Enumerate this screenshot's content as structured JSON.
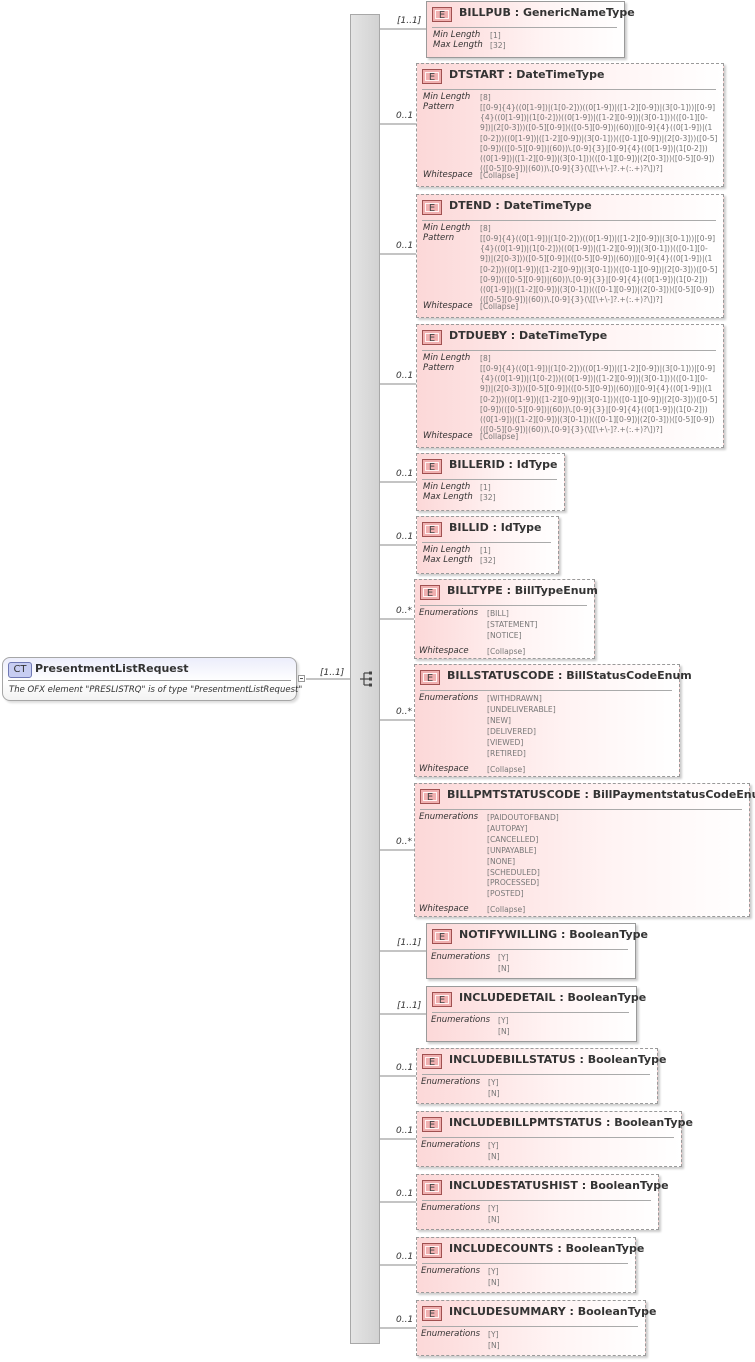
{
  "root": {
    "badge": "CT",
    "name": "PresentmentListRequest",
    "description": "The OFX element \"PRESLISTRQ\" is of type \"PresentmentListRequest\"",
    "multiplicity": "[1..1]"
  },
  "labels": {
    "min_length": "Min Length",
    "max_length": "Max Length",
    "pattern": "Pattern",
    "whitespace": "Whitespace",
    "enumerations": "Enumerations",
    "element_badge": "E"
  },
  "elements": [
    {
      "name": "BILLPUB",
      "type": "GenericNameType",
      "required": true,
      "multiplicity": "[1..1]",
      "min": "[1]",
      "max": "[32]"
    },
    {
      "name": "DTSTART",
      "type": "DateTimeType",
      "required": false,
      "multiplicity": "0..1",
      "min": "[8]",
      "pattern": "[[0-9]{4}((0[1-9])|(1[0-2]))((0[1-9])|([1-2][0-9])|(3[0-1]))|[0-9]{4}((0[1-9])|(1[0-2]))((0[1-9])|([1-2][0-9])|(3[0-1]))(([0-1][0-9])|(2[0-3]))([0-5][0-9])(([0-5][0-9])|(60))|[0-9]{4}((0[1-9])|(1[0-2]))((0[1-9])|([1-2][0-9])|(3[0-1]))(([0-1][0-9])|(2[0-3]))([0-5][0-9])(([0-5][0-9])|(60))\\.[0-9]{3}|[0-9]{4}((0[1-9])|(1[0-2]))((0[1-9])|([1-2][0-9])|(3[0-1]))(([0-1][0-9])|(2[0-3]))([0-5][0-9])(([0-5][0-9])|(60))\\.[0-9]{3}(\\[[\\+\\-]?.+(:.+)?\\])?]",
      "whitespace": "[Collapse]"
    },
    {
      "name": "DTEND",
      "type": "DateTimeType",
      "required": false,
      "multiplicity": "0..1",
      "min": "[8]",
      "pattern": "[[0-9]{4}((0[1-9])|(1[0-2]))((0[1-9])|([1-2][0-9])|(3[0-1]))|[0-9]{4}((0[1-9])|(1[0-2]))((0[1-9])|([1-2][0-9])|(3[0-1]))(([0-1][0-9])|(2[0-3]))([0-5][0-9])(([0-5][0-9])|(60))|[0-9]{4}((0[1-9])|(1[0-2]))((0[1-9])|([1-2][0-9])|(3[0-1]))(([0-1][0-9])|(2[0-3]))([0-5][0-9])(([0-5][0-9])|(60))\\.[0-9]{3}|[0-9]{4}((0[1-9])|(1[0-2]))((0[1-9])|([1-2][0-9])|(3[0-1]))(([0-1][0-9])|(2[0-3]))([0-5][0-9])(([0-5][0-9])|(60))\\.[0-9]{3}(\\[[\\+\\-]?.+(:.+)?\\])?]",
      "whitespace": "[Collapse]"
    },
    {
      "name": "DTDUEBY",
      "type": "DateTimeType",
      "required": false,
      "multiplicity": "0..1",
      "min": "[8]",
      "pattern": "[[0-9]{4}((0[1-9])|(1[0-2]))((0[1-9])|([1-2][0-9])|(3[0-1]))|[0-9]{4}((0[1-9])|(1[0-2]))((0[1-9])|([1-2][0-9])|(3[0-1]))(([0-1][0-9])|(2[0-3]))([0-5][0-9])(([0-5][0-9])|(60))|[0-9]{4}((0[1-9])|(1[0-2]))((0[1-9])|([1-2][0-9])|(3[0-1]))(([0-1][0-9])|(2[0-3]))([0-5][0-9])(([0-5][0-9])|(60))\\.[0-9]{3}|[0-9]{4}((0[1-9])|(1[0-2]))((0[1-9])|([1-2][0-9])|(3[0-1]))(([0-1][0-9])|(2[0-3]))([0-5][0-9])(([0-5][0-9])|(60))\\.[0-9]{3}(\\[[\\+\\-]?.+(:.+)?\\])?]",
      "whitespace": "[Collapse]"
    },
    {
      "name": "BILLERID",
      "type": "IdType",
      "required": false,
      "multiplicity": "0..1",
      "min": "[1]",
      "max": "[32]"
    },
    {
      "name": "BILLID",
      "type": "IdType",
      "required": false,
      "multiplicity": "0..1",
      "min": "[1]",
      "max": "[32]"
    },
    {
      "name": "BILLTYPE",
      "type": "BillTypeEnum",
      "required": false,
      "multiplicity": "0..*",
      "enums": [
        "[BILL]",
        "[STATEMENT]",
        "[NOTICE]"
      ],
      "whitespace": "[Collapse]"
    },
    {
      "name": "BILLSTATUSCODE",
      "type": "BillStatusCodeEnum",
      "required": false,
      "multiplicity": "0..*",
      "enums": [
        "[WITHDRAWN]",
        "[UNDELIVERABLE]",
        "[NEW]",
        "[DELIVERED]",
        "[VIEWED]",
        "[RETIRED]"
      ],
      "whitespace": "[Collapse]"
    },
    {
      "name": "BILLPMTSTATUSCODE",
      "type": "BillPaymentstatusCodeEnum",
      "required": false,
      "multiplicity": "0..*",
      "enums": [
        "[PAIDOUTOFBAND]",
        "[AUTOPAY]",
        "[CANCELLED]",
        "[UNPAYABLE]",
        "[NONE]",
        "[SCHEDULED]",
        "[PROCESSED]",
        "[POSTED]"
      ],
      "whitespace": "[Collapse]"
    },
    {
      "name": "NOTIFYWILLING",
      "type": "BooleanType",
      "required": true,
      "multiplicity": "[1..1]",
      "enums": [
        "[Y]",
        "[N]"
      ]
    },
    {
      "name": "INCLUDEDETAIL",
      "type": "BooleanType",
      "required": true,
      "multiplicity": "[1..1]",
      "enums": [
        "[Y]",
        "[N]"
      ]
    },
    {
      "name": "INCLUDEBILLSTATUS",
      "type": "BooleanType",
      "required": false,
      "multiplicity": "0..1",
      "enums": [
        "[Y]",
        "[N]"
      ]
    },
    {
      "name": "INCLUDEBILLPMTSTATUS",
      "type": "BooleanType",
      "required": false,
      "multiplicity": "0..1",
      "enums": [
        "[Y]",
        "[N]"
      ]
    },
    {
      "name": "INCLUDESTATUSHIST",
      "type": "BooleanType",
      "required": false,
      "multiplicity": "0..1",
      "enums": [
        "[Y]",
        "[N]"
      ]
    },
    {
      "name": "INCLUDECOUNTS",
      "type": "BooleanType",
      "required": false,
      "multiplicity": "0..1",
      "enums": [
        "[Y]",
        "[N]"
      ]
    },
    {
      "name": "INCLUDESUMMARY",
      "type": "BooleanType",
      "required": false,
      "multiplicity": "0..1",
      "enums": [
        "[Y]",
        "[N]"
      ]
    }
  ]
}
